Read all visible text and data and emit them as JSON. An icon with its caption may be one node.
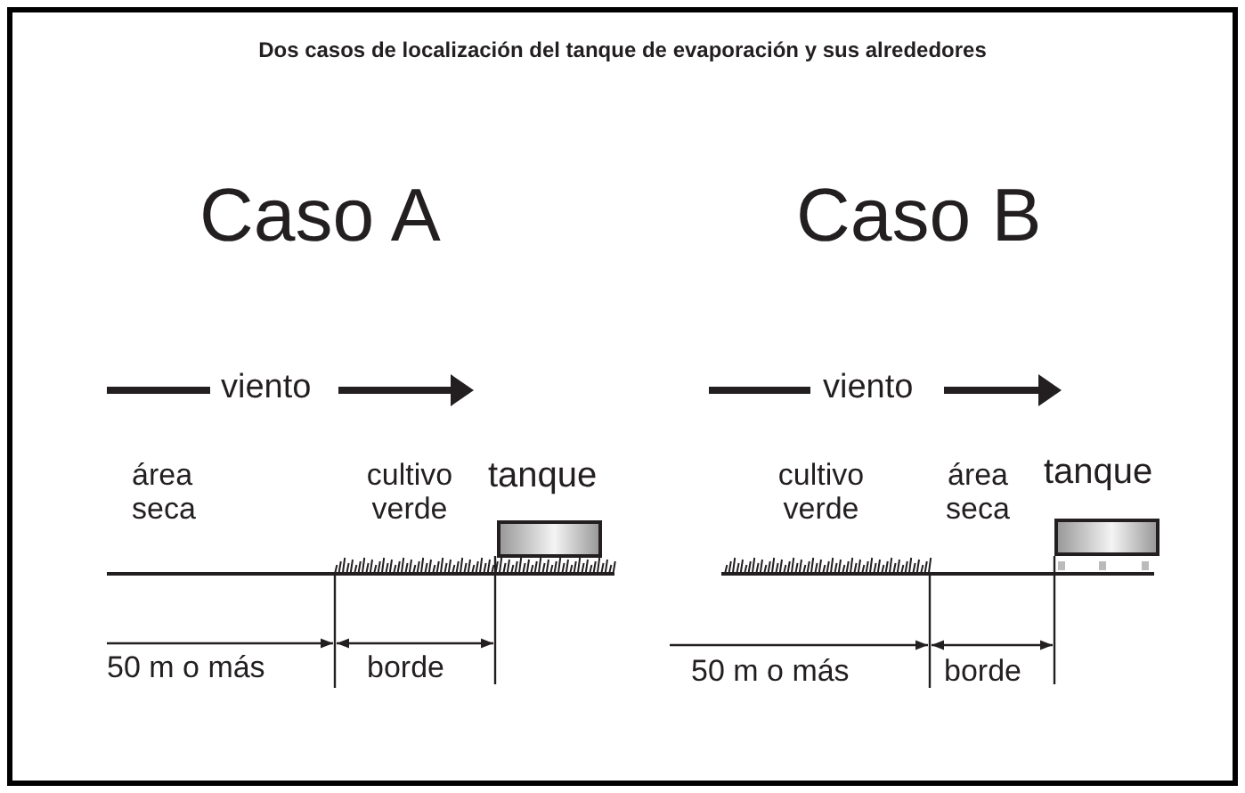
{
  "diagram": {
    "title": "Dos casos de localización del tanque de evaporación y sus alrededores",
    "nodes": [
      {
        "text": [
          "tanque"
        ]
      },
      {
        "text": [
          "tanque"
        ]
      }
    ],
    "labels": [
      "Caso A",
      "Caso B",
      "viento",
      "viento",
      "área seca",
      "cultivo verde",
      "cultivo verde",
      "área seca",
      "50 m o más",
      "borde",
      "50 m o más",
      "borde"
    ]
  }
}
